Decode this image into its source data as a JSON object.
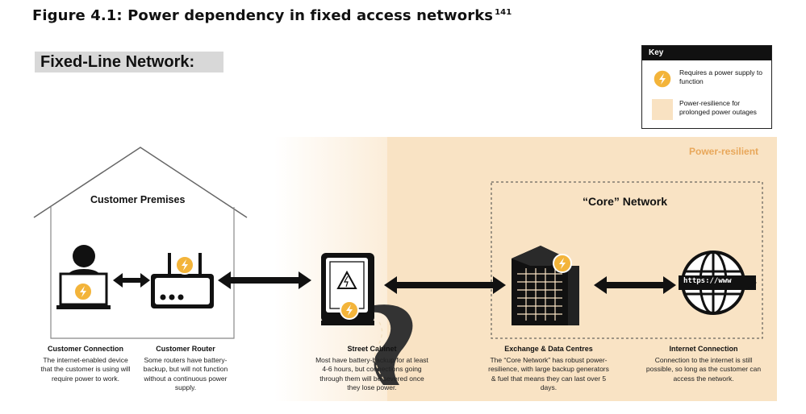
{
  "figure": {
    "title": "Figure 4.1: Power dependency in fixed access networks",
    "footnote": "141"
  },
  "section_label": "Fixed-Line Network:",
  "key": {
    "heading": "Key",
    "items": [
      {
        "icon": "lightning-bolt-icon",
        "text": "Requires a power supply to function"
      },
      {
        "icon": "tan-swatch",
        "text": "Power-resilience for prolonged power outages"
      }
    ]
  },
  "zones": {
    "customer_premises": "Customer Premises",
    "power_resilient": "Power-resilient",
    "core_network": "“Core” Network"
  },
  "url_label": "https://www",
  "nodes": [
    {
      "id": "customer-connection",
      "title": "Customer Connection",
      "desc": "The internet-enabled device that the customer is using will require power to work."
    },
    {
      "id": "customer-router",
      "title": "Customer Router",
      "desc": "Some routers have battery-backup, but will not function without a continuous power supply."
    },
    {
      "id": "street-cabinet",
      "title": "Street Cabinet",
      "desc": "Most have battery-backup for at least 4-6 hours, but connections going through them will be severed once they lose power."
    },
    {
      "id": "exchange-data-centres",
      "title": "Exchange & Data Centres",
      "desc": "The “Core Network” has robust power-resilience, with large backup generators & fuel that means they can last over 5 days."
    },
    {
      "id": "internet-connection",
      "title": "Internet Connection",
      "desc": "Connection to the internet is still possible, so long as the customer can access the network."
    }
  ],
  "colors": {
    "resilient_fill": "#f9e3c4",
    "bolt_fill": "#f3b43a",
    "resilient_label": "#e8a75a"
  }
}
